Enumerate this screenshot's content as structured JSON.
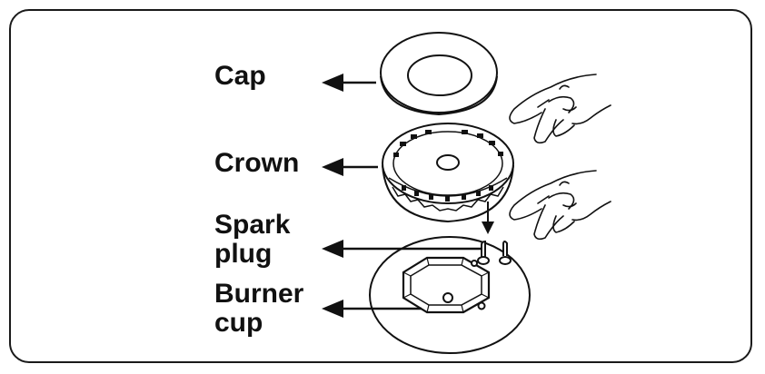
{
  "labels": {
    "cap": "Cap",
    "crown": "Crown",
    "spark_plug_line1": "Spark",
    "spark_plug_line2": "plug",
    "burner_cup_line1": "Burner",
    "burner_cup_line2": "cup"
  },
  "colors": {
    "ink": "#111111",
    "background": "#ffffff"
  },
  "icons": [
    "arrow-left-icon",
    "arrow-down-icon",
    "hand-icon"
  ]
}
